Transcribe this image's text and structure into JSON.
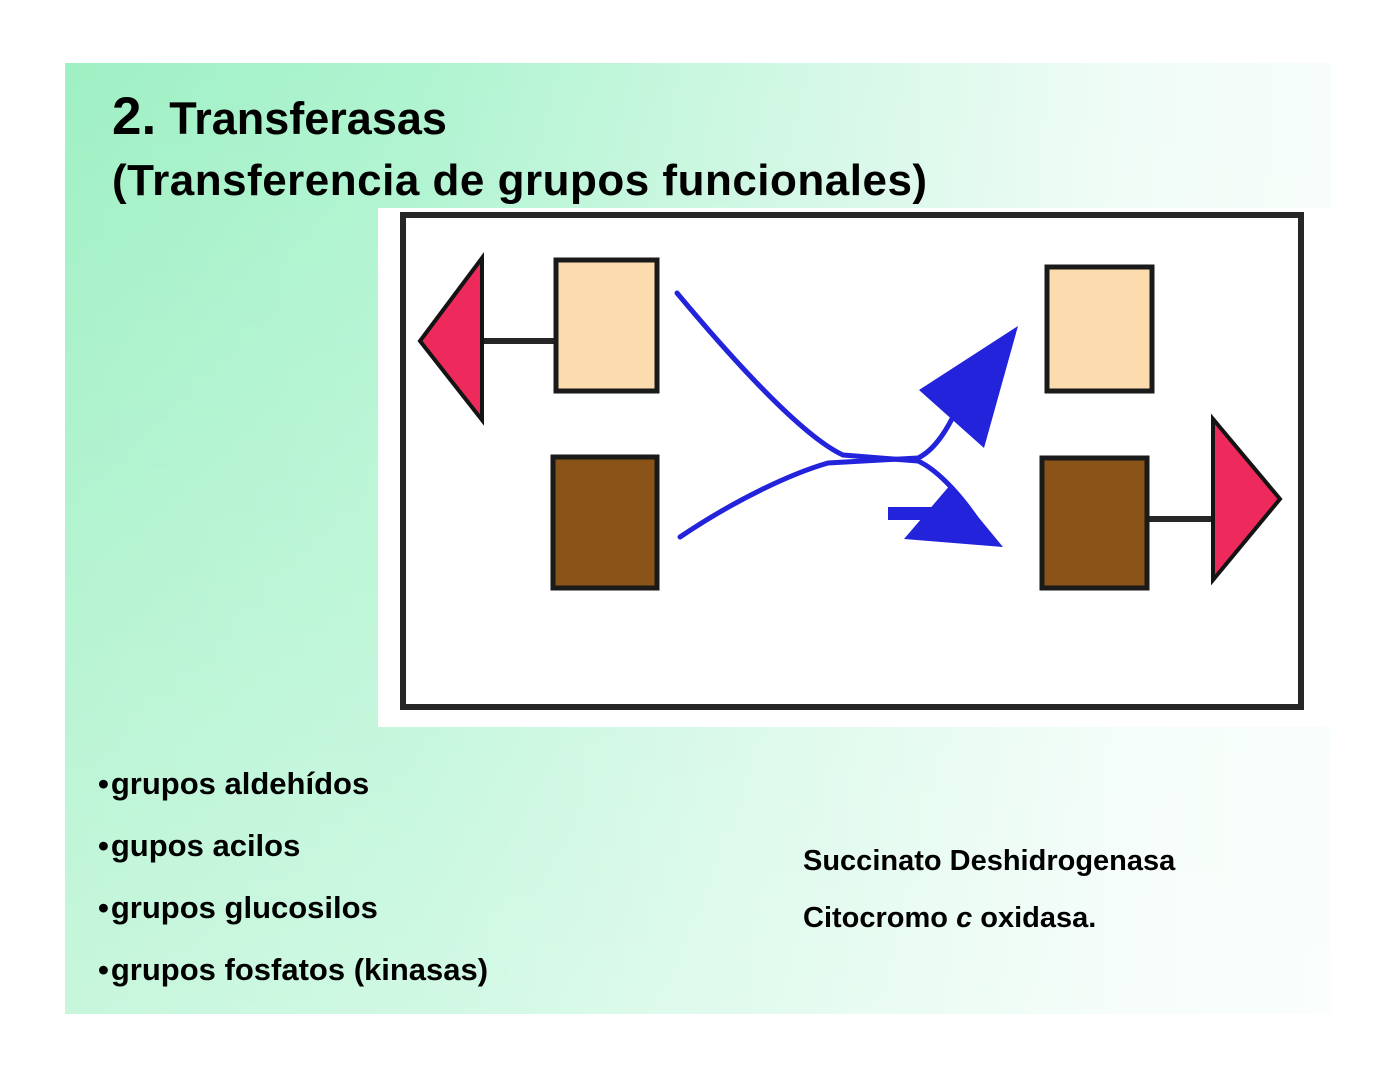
{
  "slide": {
    "title": {
      "number": "2.",
      "name": "Transferasas",
      "subtitle": "(Transferencia de grupos funcionales)"
    },
    "bullet_char": "•",
    "bullets": [
      "grupos aldehídos",
      "gupos acilos",
      "grupos glucosilos",
      "grupos fosfatos (kinasas)"
    ],
    "enzymes": {
      "line1": "Succinato Deshidrogenasa",
      "line2_pre": "Citocromo ",
      "line2_italic": "c",
      "line2_post": " oxidasa."
    },
    "colors": {
      "slide_green_start": "#9ff0c4",
      "slide_green_end": "#f6fdfa",
      "tan_square": "#fcdcae",
      "brown_square": "#8a5317",
      "pink_arrow": "#ee2a5c",
      "blue_arrow": "#2323dc",
      "outline": "#262626",
      "text": "#000000"
    }
  }
}
